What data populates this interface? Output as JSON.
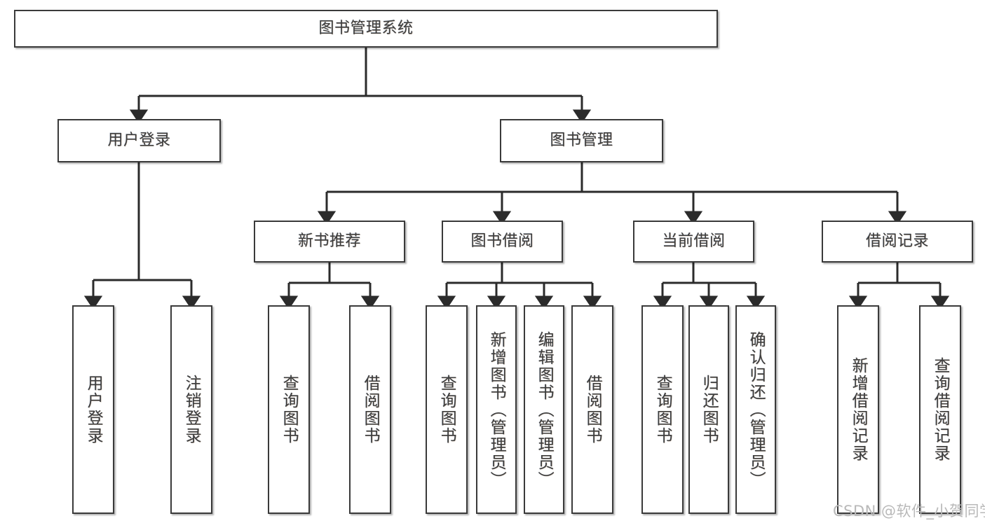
{
  "diagram": {
    "type": "tree-hierarchy-chart",
    "title": "图书管理系统",
    "root": {
      "id": "root",
      "label": "图书管理系统"
    },
    "level1": [
      {
        "id": "user-login",
        "label": "用户登录"
      },
      {
        "id": "book-manage",
        "label": "图书管理"
      }
    ],
    "level2": [
      {
        "id": "new-book-rec",
        "label": "新书推荐",
        "parent": "book-manage"
      },
      {
        "id": "book-borrow",
        "label": "图书借阅",
        "parent": "book-manage"
      },
      {
        "id": "current-borrow",
        "label": "当前借阅",
        "parent": "book-manage"
      },
      {
        "id": "borrow-record",
        "label": "借阅记录",
        "parent": "book-manage"
      }
    ],
    "leaves": [
      {
        "id": "leaf-user-login",
        "label": "用户登录",
        "parent": "user-login"
      },
      {
        "id": "leaf-logout",
        "label": "注销登录",
        "parent": "user-login"
      },
      {
        "id": "leaf-query-book-1",
        "label": "查询图书",
        "parent": "new-book-rec"
      },
      {
        "id": "leaf-borrow-book-1",
        "label": "借阅图书",
        "parent": "new-book-rec"
      },
      {
        "id": "leaf-query-book-2",
        "label": "查询图书",
        "parent": "book-borrow"
      },
      {
        "id": "leaf-add-book",
        "label": "新增图书（管理员）",
        "parent": "book-borrow"
      },
      {
        "id": "leaf-edit-book",
        "label": "编辑图书（管理员）",
        "parent": "book-borrow"
      },
      {
        "id": "leaf-borrow-book-2",
        "label": "借阅图书",
        "parent": "book-borrow"
      },
      {
        "id": "leaf-query-book-3",
        "label": "查询图书",
        "parent": "current-borrow"
      },
      {
        "id": "leaf-return-book",
        "label": "归还图书",
        "parent": "current-borrow"
      },
      {
        "id": "leaf-confirm-return",
        "label": "确认归还（管理员）",
        "parent": "current-borrow"
      },
      {
        "id": "leaf-add-record",
        "label": "新增借阅记录",
        "parent": "borrow-record"
      },
      {
        "id": "leaf-query-record",
        "label": "查询借阅记录",
        "parent": "borrow-record"
      }
    ],
    "watermark": "CSDN @软件_小贺同学",
    "colors": {
      "box_border": "#3a3a3a",
      "box_fill": "#ffffff",
      "text": "#3d3d3d",
      "connector": "#2b2b2b",
      "watermark": "#b9b9b9",
      "background": "#ffffff"
    }
  }
}
